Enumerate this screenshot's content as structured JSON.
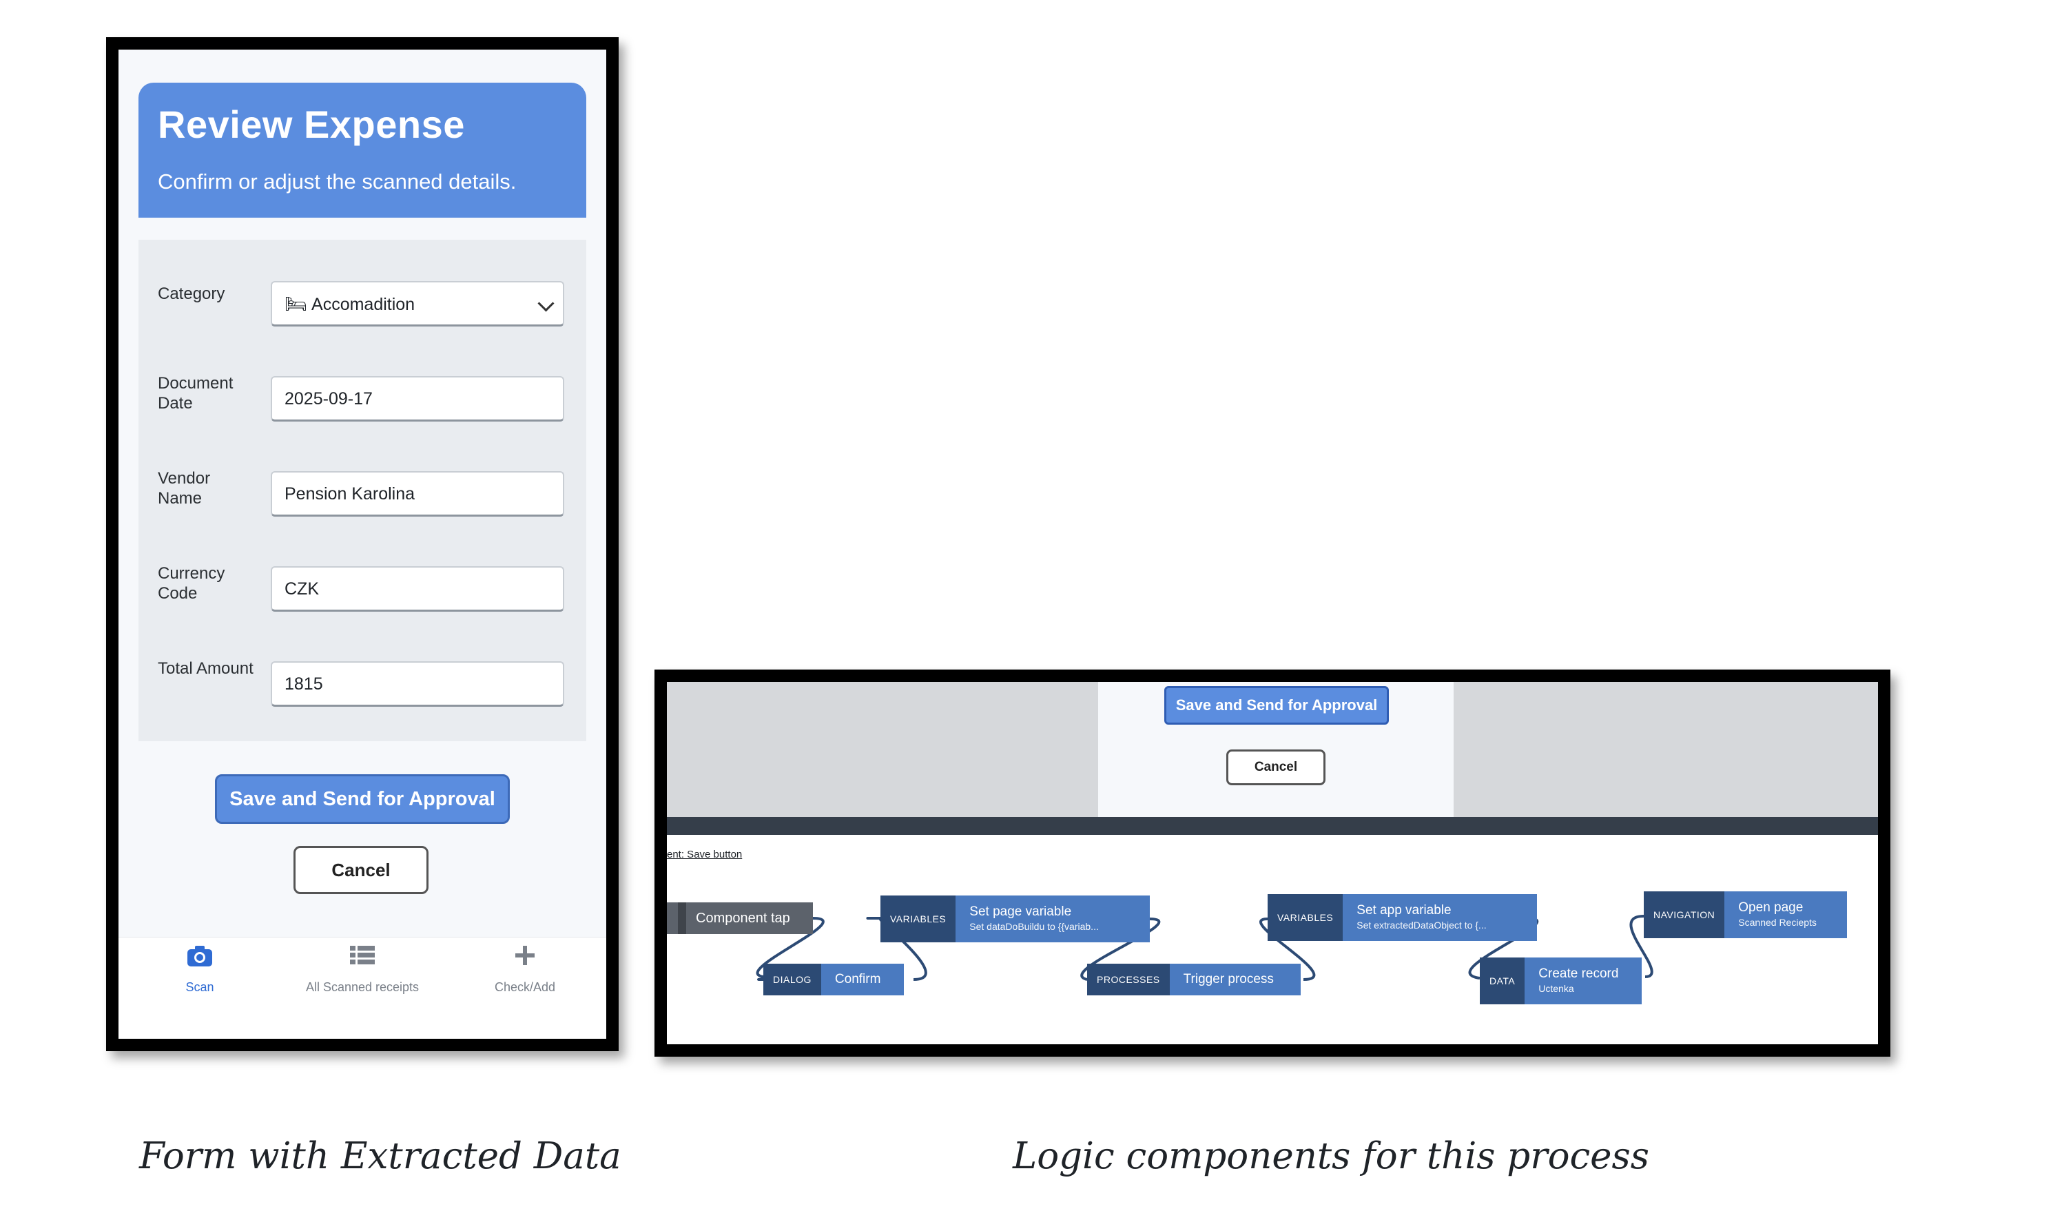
{
  "form_screen": {
    "title": "Review Expense",
    "subtitle": "Confirm or adjust the scanned details.",
    "fields": [
      {
        "label": "Category",
        "value": "Accomadition",
        "type": "select",
        "icon": "bed-icon"
      },
      {
        "label": "Document Date",
        "value": "2025-09-17",
        "type": "text"
      },
      {
        "label": "Vendor Name",
        "value": "Pension Karolina",
        "type": "text"
      },
      {
        "label": "Currency Code",
        "value": "CZK",
        "type": "text"
      },
      {
        "label": "Total Amount",
        "value": "1815",
        "type": "text"
      }
    ],
    "primary_button": "Save and Send for Approval",
    "secondary_button": "Cancel",
    "nav": [
      {
        "label": "Scan",
        "icon": "camera-icon",
        "active": true
      },
      {
        "label": "All Scanned receipts",
        "icon": "list-icon",
        "active": false
      },
      {
        "label": "Check/Add",
        "icon": "plus-icon",
        "active": false
      }
    ],
    "colors": {
      "accent": "#5b8ddf",
      "nav_active": "#2f6bd3"
    }
  },
  "logic_screen": {
    "canvas_primary_button": "Save and Send for Approval",
    "canvas_cancel_button": "Cancel",
    "event_label": "ent: Save button",
    "start_node": "Component tap",
    "nodes": [
      {
        "tag": "DIALOG",
        "title": "Confirm",
        "sub": ""
      },
      {
        "tag": "VARIABLES",
        "title": "Set page variable",
        "sub": "Set dataDoBuildu to {{variab..."
      },
      {
        "tag": "PROCESSES",
        "title": "Trigger process",
        "sub": ""
      },
      {
        "tag": "VARIABLES",
        "title": "Set app variable",
        "sub": "Set extractedDataObject to {..."
      },
      {
        "tag": "DATA",
        "title": "Create record",
        "sub": "Uctenka"
      },
      {
        "tag": "NAVIGATION",
        "title": "Open page",
        "sub": "Scanned Reciepts"
      }
    ],
    "colors": {
      "node_tag": "#2c4a74",
      "node_body": "#4a7ac0"
    }
  },
  "captions": {
    "left": "Form with Extracted Data",
    "right": "Logic components for this process"
  }
}
